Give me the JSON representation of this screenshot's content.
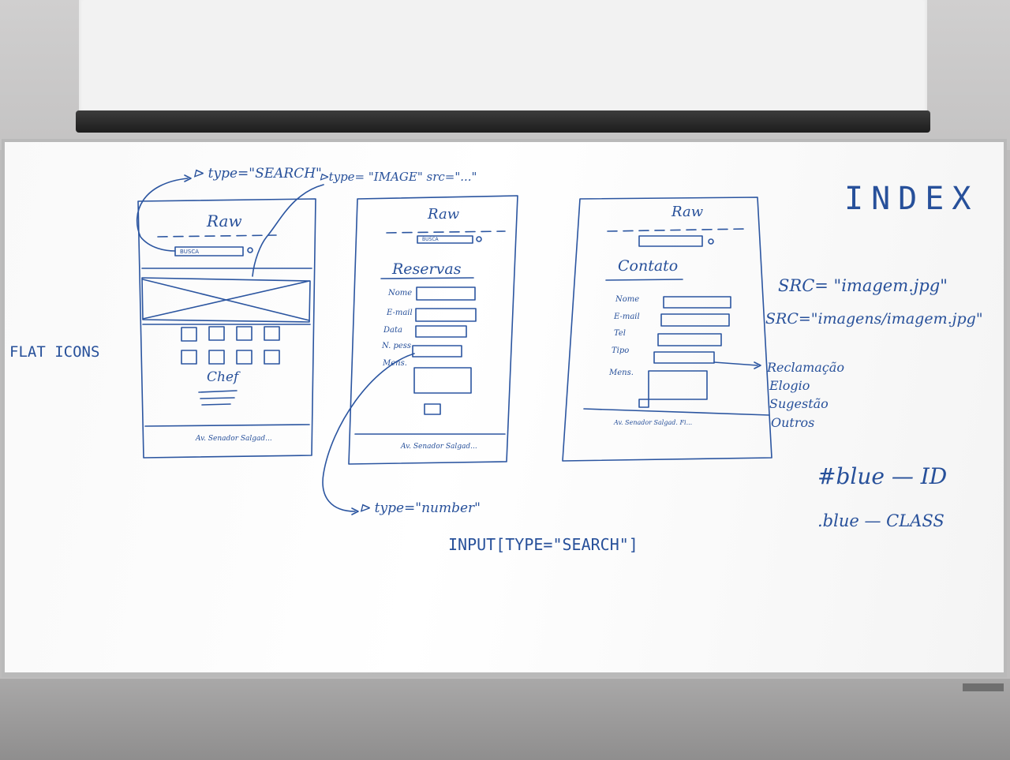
{
  "whiteboard": {
    "top_notes": {
      "search_type": "⊳ type=\"SEARCH\"",
      "image_type": "⊳type= \"IMAGE\" src=\"...\""
    },
    "index_title": "INDEX",
    "flat_icons": "FLAT ICONS",
    "src_examples": [
      "SRC= \"imagem.jpg\"",
      "SRC=\"imagens/imagem.jpg\""
    ],
    "id_note": "#blue — ID",
    "class_note": ".blue — CLASS",
    "number_note": "⊳ type=\"number\"",
    "input_search": "INPUT[TYPE=\"SEARCH\"]",
    "contact_options": [
      "Reclamação",
      "Elogio",
      "Sugestão",
      "Outros"
    ],
    "pages": [
      {
        "brand": "Raw",
        "search_label": "BUSCA",
        "section": "Chef",
        "footer": "Av. Senador Salgad..."
      },
      {
        "brand": "Raw",
        "search_label": "BUSCA",
        "section": "Reservas",
        "fields": [
          "Nome",
          "E-mail",
          "Data",
          "N. pess",
          "Mens."
        ],
        "footer": "Av. Senador Salgad..."
      },
      {
        "brand": "Raw",
        "section": "Contato",
        "fields": [
          "Nome",
          "E-mail",
          "Tel",
          "Tipo",
          "Mens."
        ],
        "footer": "Av. Senador Salgad. Fi..."
      }
    ]
  }
}
